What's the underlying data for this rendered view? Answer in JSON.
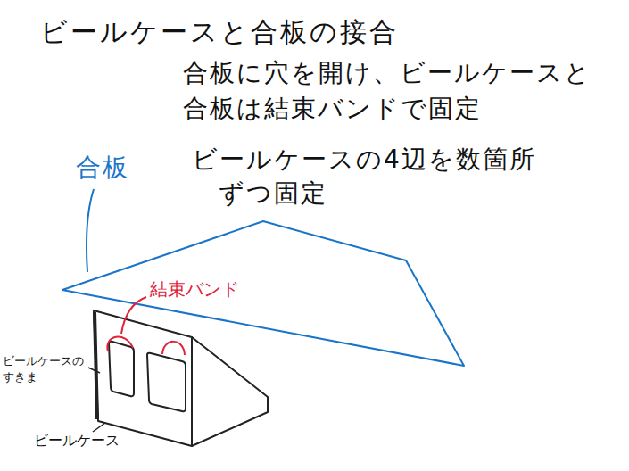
{
  "diagram": {
    "title": "ビールケースと合板の接合",
    "labels": [
      "合板に穴を開け、ビールケースと 合板は結束バンドで固定",
      "ビールケースの4辺を数箇所 ずつ固定",
      "合板",
      "結束バンド",
      "ビールケースの すきま",
      "ビールケース"
    ]
  }
}
